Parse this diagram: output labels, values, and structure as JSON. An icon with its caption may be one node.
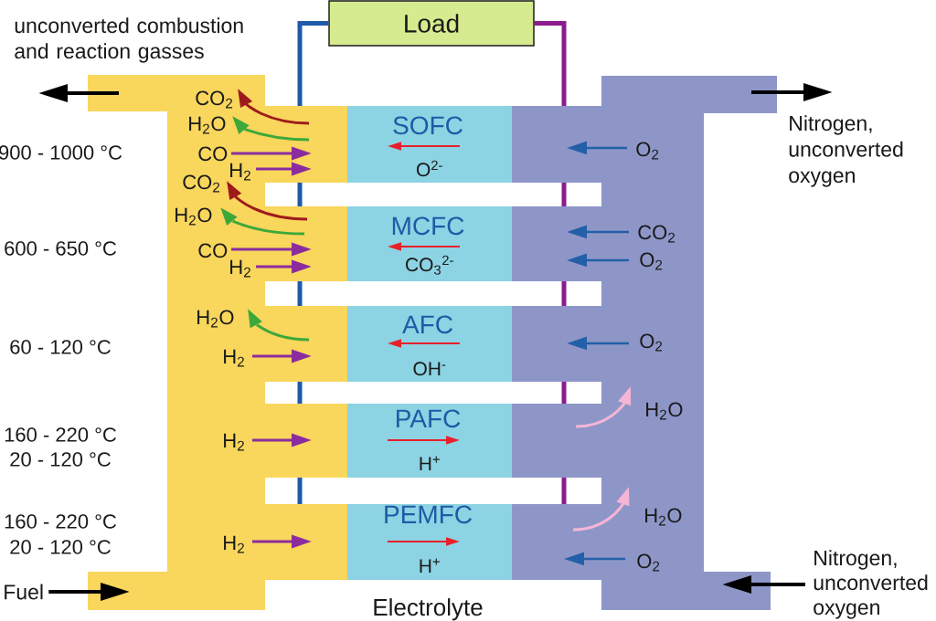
{
  "diagram": {
    "nodes": [
      {
        "text": [
          "Load"
        ]
      },
      {
        "text": [
          "CO$_{2}$",
          "H$_{2}$O",
          "CO",
          "H$_{2}$",
          "CO$_{2}$",
          "H$_{2}$O",
          "CO",
          "H$_{2}$",
          "H$_{2}$O",
          "H$_{2}$",
          "H$_{2}$",
          "H$_{2}$"
        ]
      },
      {
        "text": [
          "SOFC",
          "O$^{2-}$"
        ]
      },
      {
        "text": [
          "MCFC",
          "CO$_{3}$$^{2-}$"
        ]
      },
      {
        "text": [
          "AFC",
          "OH$^{-}$"
        ]
      },
      {
        "text": [
          "PAFC",
          "H$^{+}$"
        ]
      },
      {
        "text": [
          "PEMFC",
          "H$^{+}$"
        ]
      },
      {
        "text": [
          "O$_{2}$",
          "CO$_{2}$",
          "O$_{2}$",
          "O$_{2}$",
          "H$_{2}$O",
          "H$_{2}$O",
          "O$_{2}$"
        ]
      },
      {
        "text": [
          "Fuel"
        ]
      },
      {
        "text": [
          "Nitrogen, unconverted oxygen"
        ]
      }
    ],
    "edges": [
      {
        "from": 1,
        "to": null,
        "arrow": "to"
      },
      {
        "from": 0,
        "to": 1,
        "arrow": "none",
        "color": "#1f5aa8"
      },
      {
        "from": 0,
        "to": 7,
        "arrow": "none",
        "color": "#8a1c8c"
      },
      {
        "from": 7,
        "to": null,
        "arrow": "to"
      },
      {
        "from": 8,
        "to": 1,
        "arrow": "to"
      },
      {
        "from": 9,
        "to": 7,
        "arrow": "to"
      }
    ],
    "labels": [
      "unconverted combustion and reaction gasses",
      "Nitrogen, unconverted oxygen",
      "900 - 1000 °C",
      "600 - 650 °C",
      "60 - 120 °C",
      "160 - 220 °C",
      "20 - 120 °C",
      "160 - 220 °C",
      "20 - 120 °C",
      "Electrolyte"
    ]
  }
}
